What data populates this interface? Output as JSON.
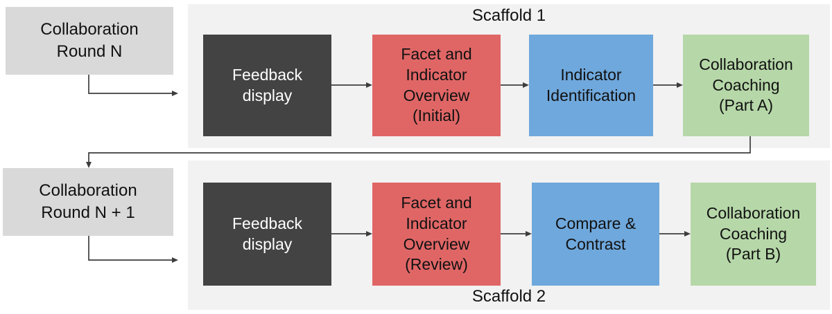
{
  "diagram": {
    "round_n": {
      "label": "Collaboration\nRound N"
    },
    "round_n_plus_1": {
      "label": "Collaboration\nRound N + 1"
    },
    "scaffold1": {
      "title": "Scaffold 1",
      "boxes": [
        {
          "id": "feedback-display",
          "label": "Feedback\ndisplay",
          "color_role": "dark"
        },
        {
          "id": "facet-indicator-overview-initial",
          "label": "Facet and\nIndicator\nOverview\n(Initial)",
          "color_role": "red"
        },
        {
          "id": "indicator-identification",
          "label": "Indicator\nIdentification",
          "color_role": "blue"
        },
        {
          "id": "collaboration-coaching-part-a",
          "label": "Collaboration\nCoaching\n(Part A)",
          "color_role": "green"
        }
      ]
    },
    "scaffold2": {
      "title": "Scaffold 2",
      "boxes": [
        {
          "id": "feedback-display",
          "label": "Feedback\ndisplay",
          "color_role": "dark"
        },
        {
          "id": "facet-indicator-overview-review",
          "label": "Facet and\nIndicator\nOverview\n(Review)",
          "color_role": "red"
        },
        {
          "id": "compare-contrast",
          "label": "Compare &\nContrast",
          "color_role": "blue"
        },
        {
          "id": "collaboration-coaching-part-b",
          "label": "Collaboration\nCoaching\n(Part B)",
          "color_role": "green"
        }
      ]
    }
  },
  "colors": {
    "canvas-bg": "#ffffff",
    "container-bg": "#f2f2f2",
    "round-box-bg": "#d9d9d9",
    "node-dark": "#434343",
    "node-dark-text": "#ffffff",
    "node-red": "#e06666",
    "node-blue": "#6fa8dc",
    "node-green": "#b6d7a8",
    "node-text": "#111111",
    "arrow": "#3d3d3d"
  }
}
